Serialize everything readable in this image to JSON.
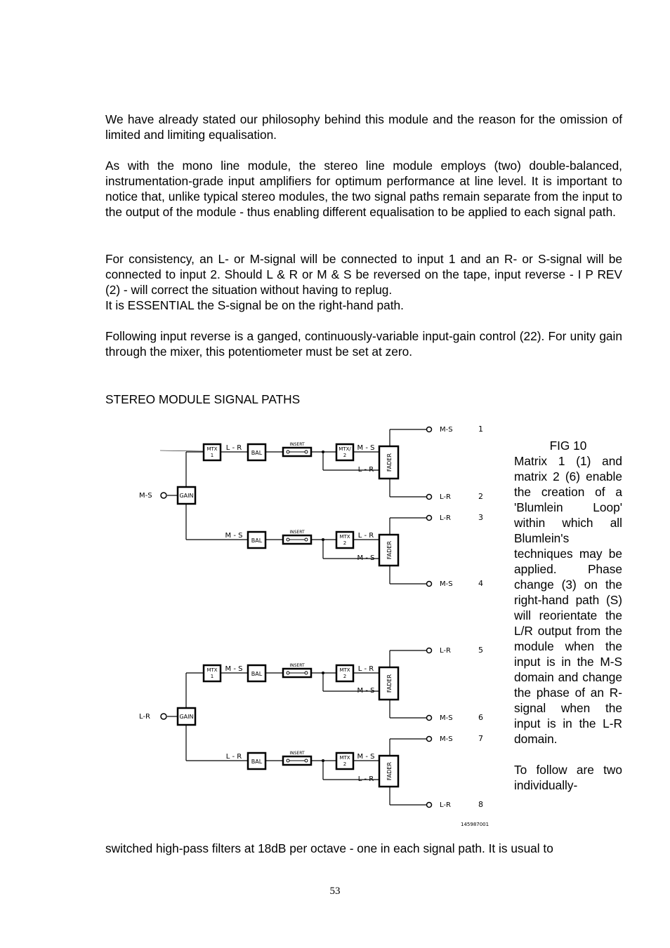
{
  "paragraphs": [
    "We have already stated our philosophy behind this module and the reason for the omission of limited and limiting equalisation.",
    "As with the mono line module, the stereo line module employs (two) double-balanced, instrumentation-grade input amplifiers for optimum performance at line level.   It is important to notice that, unlike typical stereo modules, the two signal paths remain separate from the input to the output of the module - thus enabling different equalisation to be applied to each signal path.",
    "For consistency, an L- or M-signal will be connected to input 1 and an R- or S-signal will be connected to input 2.  Should L & R or M & S be reversed on the tape, input reverse - I P  REV (2) - will correct the situation without having to replug.",
    "It is ESSENTIAL the S-signal be on the right-hand path.",
    "Following input reverse is a ganged, continuously-variable input-gain control (22).  For unity gain through the mixer, this potentiometer must be set at zero."
  ],
  "heading": "STEREO MODULE SIGNAL PATHS",
  "figure": {
    "label": "FIG 10",
    "caption": "Matrix 1 (1) and matrix 2 (6) enable the creation of a 'Blumlein Loop' within which all Blumlein's techniques may be applied. Phase change (3) on the right-hand path (S) will reorientate the L/R output from the module when the input is in the M-S domain and change the phase of an R-signal when the input is in the L-R domain.",
    "continuation": "To follow are two individually-",
    "diagram_id": "145987001",
    "blocks": {
      "gain": "GAIN",
      "mtx1": [
        "MTX",
        "1"
      ],
      "mtx2": [
        "MTX",
        "2"
      ],
      "mtx2_alt": [
        "MTX/",
        "2"
      ],
      "bal": "BAL",
      "insert": "INSERT",
      "fader": "FADER"
    },
    "top_group": {
      "input": "M-S",
      "upper_path": {
        "a": "L - R",
        "b": "M - S",
        "c": "L - R"
      },
      "lower_path": {
        "a": "M - S",
        "b": "L - R",
        "c": "M - S"
      },
      "outputs": [
        {
          "label": "M-S",
          "num": "1"
        },
        {
          "label": "L-R",
          "num": "2"
        },
        {
          "label": "L-R",
          "num": "3"
        },
        {
          "label": "M-S",
          "num": "4"
        }
      ]
    },
    "bottom_group": {
      "input": "L-R",
      "upper_path": {
        "a": "M - S",
        "b": "L - R",
        "c": "M - S"
      },
      "lower_path": {
        "a": "L - R",
        "b": "M - S",
        "c": "L - R"
      },
      "outputs": [
        {
          "label": "L-R",
          "num": "5"
        },
        {
          "label": "M-S",
          "num": "6"
        },
        {
          "label": "M-S",
          "num": "7"
        },
        {
          "label": "L-R",
          "num": "8"
        }
      ]
    }
  },
  "last_line": "switched high-pass filters at 18dB per octave - one in each signal path.   It is usual to",
  "page_number": "53"
}
